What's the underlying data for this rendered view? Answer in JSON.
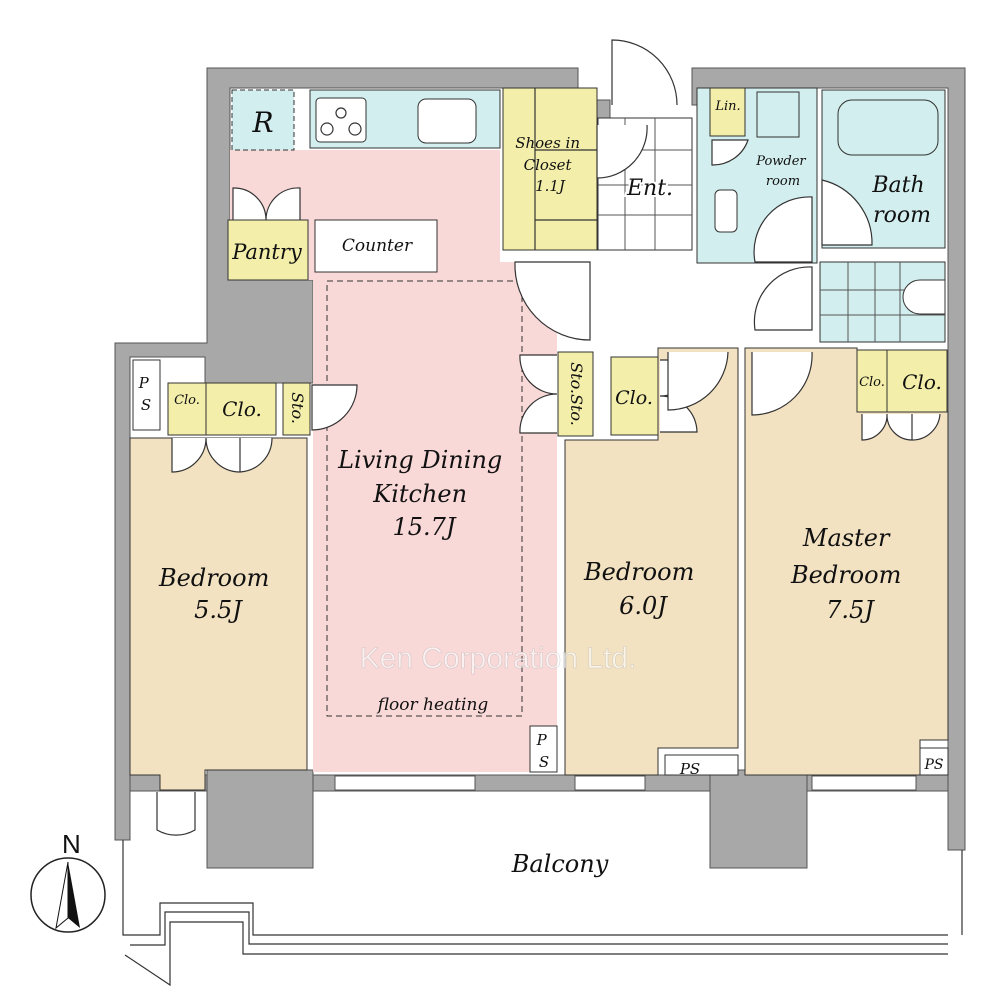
{
  "colors": {
    "wall": "#a8a8a8",
    "ldk": "#f9d8d8",
    "bedroom": "#f3e2c2",
    "storage": "#f3eeaa",
    "wet_area": "#d3eeee"
  },
  "labels": {
    "refrigerator": "R",
    "shoes_closet": [
      "Shoes in",
      "Closet",
      "1.1J"
    ],
    "entrance": "Ent.",
    "linen": "Lin.",
    "powder_room": [
      "Powder",
      "room"
    ],
    "bathroom": [
      "Bath",
      "room"
    ],
    "pantry": "Pantry",
    "counter": "Counter",
    "ldk": [
      "Living Dining",
      "Kitchen",
      "15.7J"
    ],
    "floor_heating": "floor heating",
    "bedroom_left": [
      "Bedroom",
      "5.5J"
    ],
    "bedroom_middle": [
      "Bedroom",
      "6.0J"
    ],
    "master_bedroom": [
      "Master",
      "Bedroom",
      "7.5J"
    ],
    "closet": "Clo.",
    "storage": "Sto.",
    "ps": "PS",
    "ps_vertical": [
      "P",
      "S"
    ],
    "balcony": "Balcony",
    "north": "N"
  },
  "watermark": "Ken Corporation Ltd."
}
